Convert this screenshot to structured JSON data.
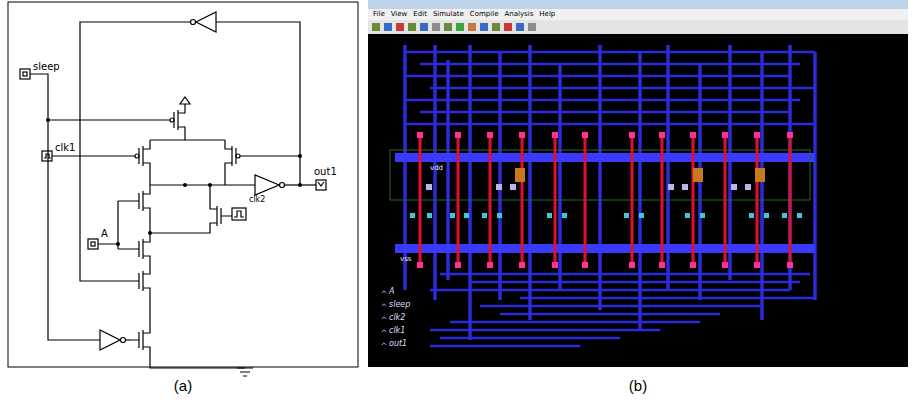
{
  "diagram": {
    "labels": [
      "sleep",
      "clk1",
      "A",
      "clk2",
      "out1",
      "(a)",
      "File",
      "View",
      "Edit",
      "Simulate",
      "Compile",
      "Analysis",
      "Help",
      "vdd",
      "vss",
      "A",
      "sleep",
      "clk2",
      "clk1",
      "out1",
      "(b)"
    ]
  }
}
